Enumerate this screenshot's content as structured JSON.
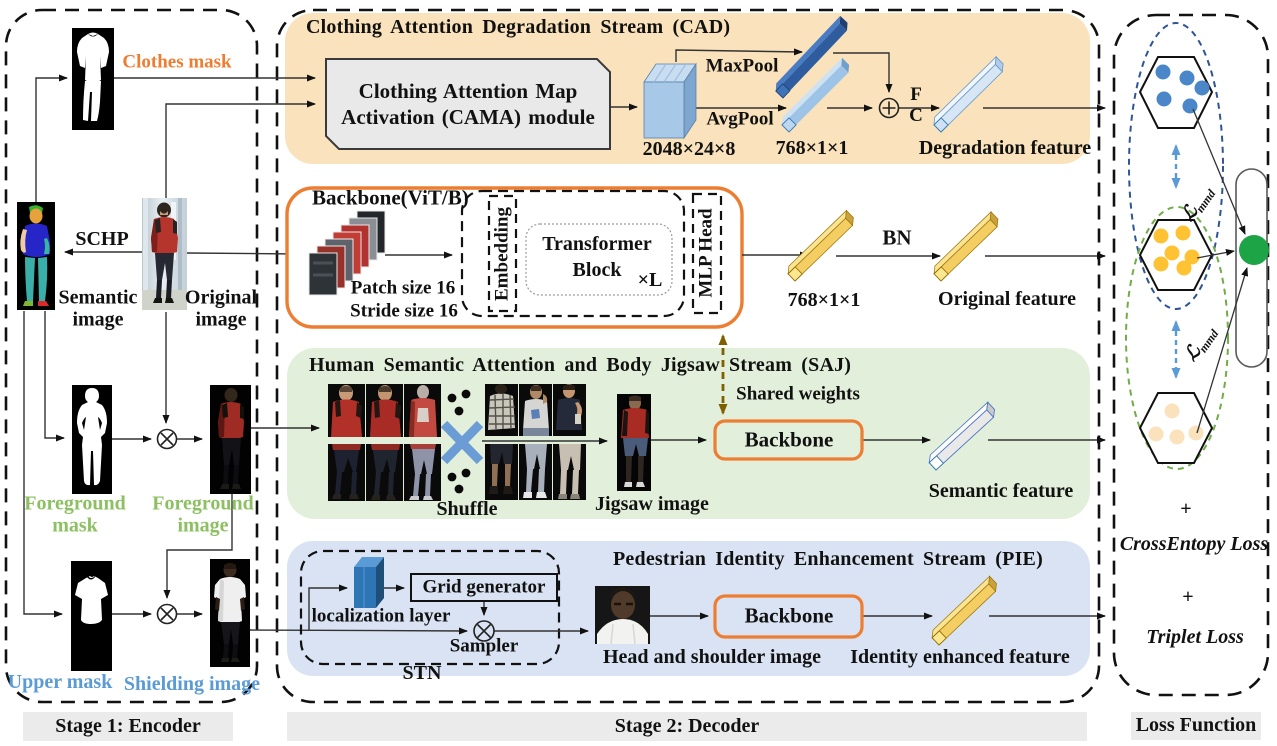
{
  "figure": {
    "type": "architecture-diagram",
    "description": "Two-stage person re-identification network with clothing attention degradation, semantic jigsaw and identity enhancement streams"
  },
  "stage1": {
    "label": "Stage 1: Encoder",
    "clothes_mask": "Clothes mask",
    "schp": "SCHP",
    "semantic_image": "Semantic\nimage",
    "original_image": "Original\nimage",
    "foreground_mask": "Foreground\nmask",
    "foreground_image": "Foreground\nimage",
    "upper_mask": "Upper mask",
    "shielding_image": "Shielding image"
  },
  "stage2": {
    "label": "Stage 2: Decoder",
    "cad": {
      "title": "Clothing Attention Degradation Stream (CAD)",
      "cama_module": "Clothing Attention Map\nActivation (CAMA) module",
      "tensor_dim": "2048×24×8",
      "maxpool": "MaxPool",
      "avgpool": "AvgPool",
      "fc": "F\nC",
      "vector_dim": "768×1×1",
      "feature": "Degradation feature"
    },
    "backbone": {
      "title": "Backbone(ViT/B)",
      "patch_size": "Patch size 16",
      "stride_size": "Stride size 16",
      "embedding": "Embedding",
      "transformer_block": "Transformer\nBlock",
      "times_l": "×L",
      "mlp_head": "MLP Head",
      "vector_dim": "768×1×1",
      "bn": "BN",
      "feature": "Original feature"
    },
    "saj": {
      "title": "Human Semantic Attention and Body Jigsaw Stream (SAJ)",
      "shuffle": "Shuffle",
      "jigsaw_image": "Jigsaw image",
      "shared_weights": "Shared weights",
      "backbone": "Backbone",
      "feature": "Semantic feature"
    },
    "pie": {
      "title": "Pedestrian Identity Enhancement Stream (PIE)",
      "grid_generator": "Grid generator",
      "localization_layer": "localization layer",
      "sampler": "Sampler",
      "stn": "STN",
      "head_image": "Head and shoulder image",
      "backbone": "Backbone",
      "feature": "Identity enhanced feature"
    }
  },
  "loss": {
    "label": "Loss Function",
    "mmd_symbol": "ℒ",
    "mmd_sub": "mmd",
    "plus": "+",
    "cross_entropy": "CrossEntopy Loss",
    "triplet": "Triplet Loss"
  },
  "colors": {
    "cad_panel": "#FAE3BC",
    "saj_panel": "#E2EFDA",
    "pie_panel": "#DAE3F3",
    "orange_stroke": "#ED7D31",
    "olive_arrow": "#7F6000",
    "blue_arrow": "#5B9BD5",
    "green_label": "#8DC063",
    "blue_label": "#5B9BD5",
    "orange_label": "#ED7D31",
    "green_node": "#1CA446",
    "blue_dot": "#4A86C8",
    "yellow_dot": "#FFC233",
    "pale_dot": "#FAE3BC"
  }
}
